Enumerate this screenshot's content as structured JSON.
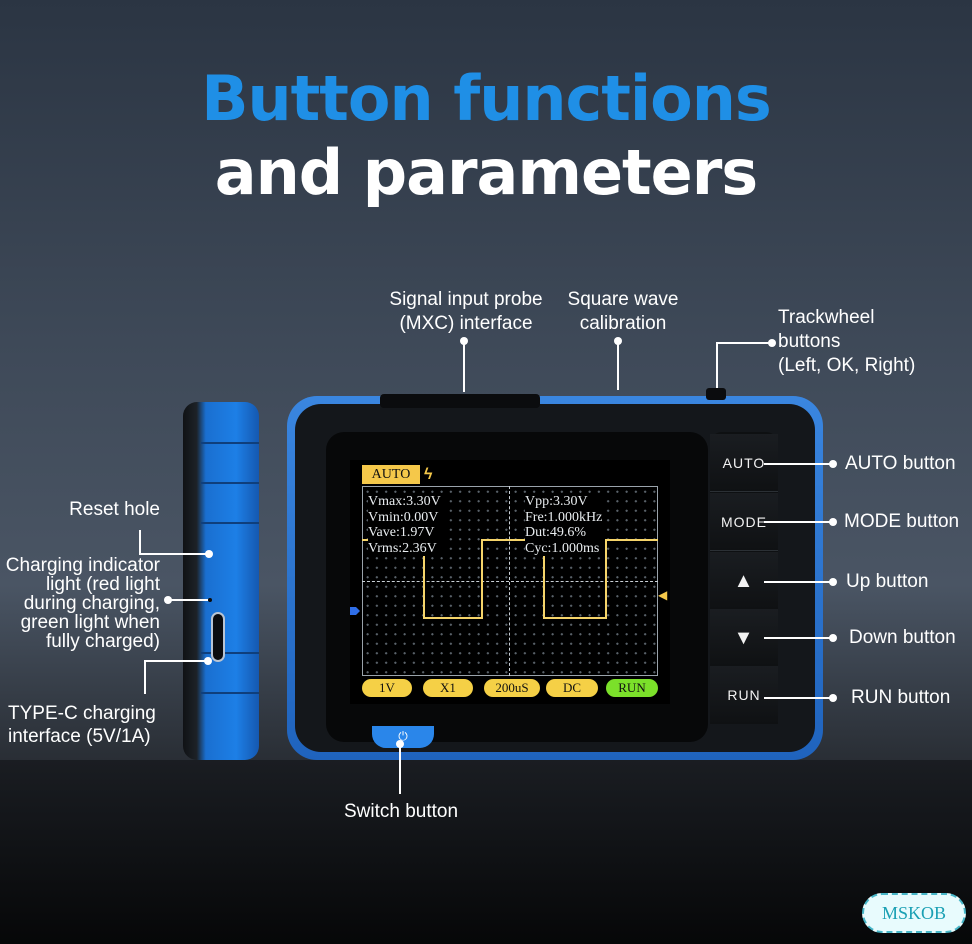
{
  "title": {
    "line1": "Button functions",
    "line2": "and parameters"
  },
  "callouts": {
    "signal_input": "Signal input probe\n(MXC) interface",
    "square_wave": "Square wave\ncalibration",
    "trackwheel": "Trackwheel\nbuttons\n(Left, OK, Right)",
    "auto": "AUTO button",
    "mode": "MODE button",
    "up": "Up button",
    "down": "Down button",
    "run": "RUN button",
    "switch": "Switch button",
    "reset": "Reset hole",
    "charging_indicator": "Charging indicator\nlight (red light\nduring charging,\ngreen light when\nfully charged)",
    "typec": "TYPE-C charging\ninterface (5V/1A)"
  },
  "screen": {
    "mode_tag": "AUTO",
    "trigger_icon": "trigger-edge-icon",
    "left_meas": [
      "Vmax:3.30V",
      "Vmin:0.00V",
      "Vave:1.97V",
      "Vrms:2.36V"
    ],
    "right_meas": [
      "Vpp:3.30V",
      "Fre:1.000kHz",
      "Dut:49.6%",
      "Cyc:1.000ms"
    ],
    "chips": [
      "1V",
      "X1",
      "200uS",
      "DC",
      "RUN"
    ],
    "waveform_color": "#f5d46a"
  },
  "buttons": {
    "auto": "AUTO",
    "mode": "MODE",
    "up": "▲",
    "down": "▼",
    "run": "RUN",
    "power": "⏻"
  },
  "watermark": "MSKOB",
  "colors": {
    "accent": "#1f8fe6",
    "device_blue": "#1f6fd6",
    "chip_yellow": "#f5d046",
    "chip_green": "#7be02a"
  }
}
